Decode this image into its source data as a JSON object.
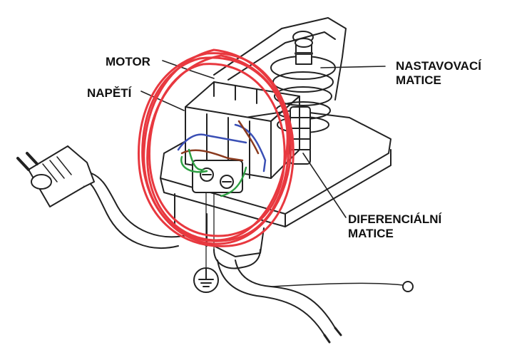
{
  "labels": {
    "motor": "MOTOR",
    "napeti": "NAPĚTÍ",
    "nastavovaci_line1": "NASTAVOVACÍ",
    "nastavovaci_line2": "MATICE",
    "diferencialni_line1": "DIFERENCIÁLNÍ",
    "diferencialni_line2": "MATICE"
  },
  "colors": {
    "outline": "#222222",
    "circle_annotation": "#e8383f",
    "wire_blue": "#3a4fb5",
    "wire_brown": "#8a3a1e",
    "wire_green": "#2ea043"
  },
  "icons": {
    "ground": "ground-symbol-icon",
    "plug": "power-plug-icon"
  }
}
